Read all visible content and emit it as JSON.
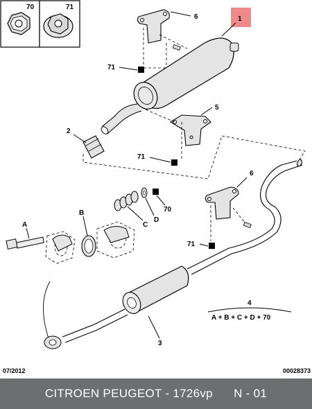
{
  "legend_boxes": [
    {
      "label": "70",
      "icon": "hex-nut-icon"
    },
    {
      "label": "71",
      "icon": "flanged-nut-icon"
    }
  ],
  "parts": {
    "p1": "1",
    "p2": "2",
    "p3": "3",
    "p4": "4",
    "p5": "5",
    "p6_top": "6",
    "p6_mid": "6",
    "p70": "70",
    "p71_a": "71",
    "p71_b": "71",
    "p71_c": "71",
    "pA": "A",
    "pB": "B",
    "pC": "C",
    "pD": "D"
  },
  "kit_formula": "A + B + C + D + 70",
  "date_code": "07/2012",
  "doc_number": "00028373",
  "footer": {
    "brand": "CITROEN PEUGEOT - 1726vp",
    "sheet": "N - 01"
  },
  "colors": {
    "highlight_box": "#f08a8a",
    "footer_bg": "#6d6e70",
    "part_fill": "#e4e4e4"
  }
}
